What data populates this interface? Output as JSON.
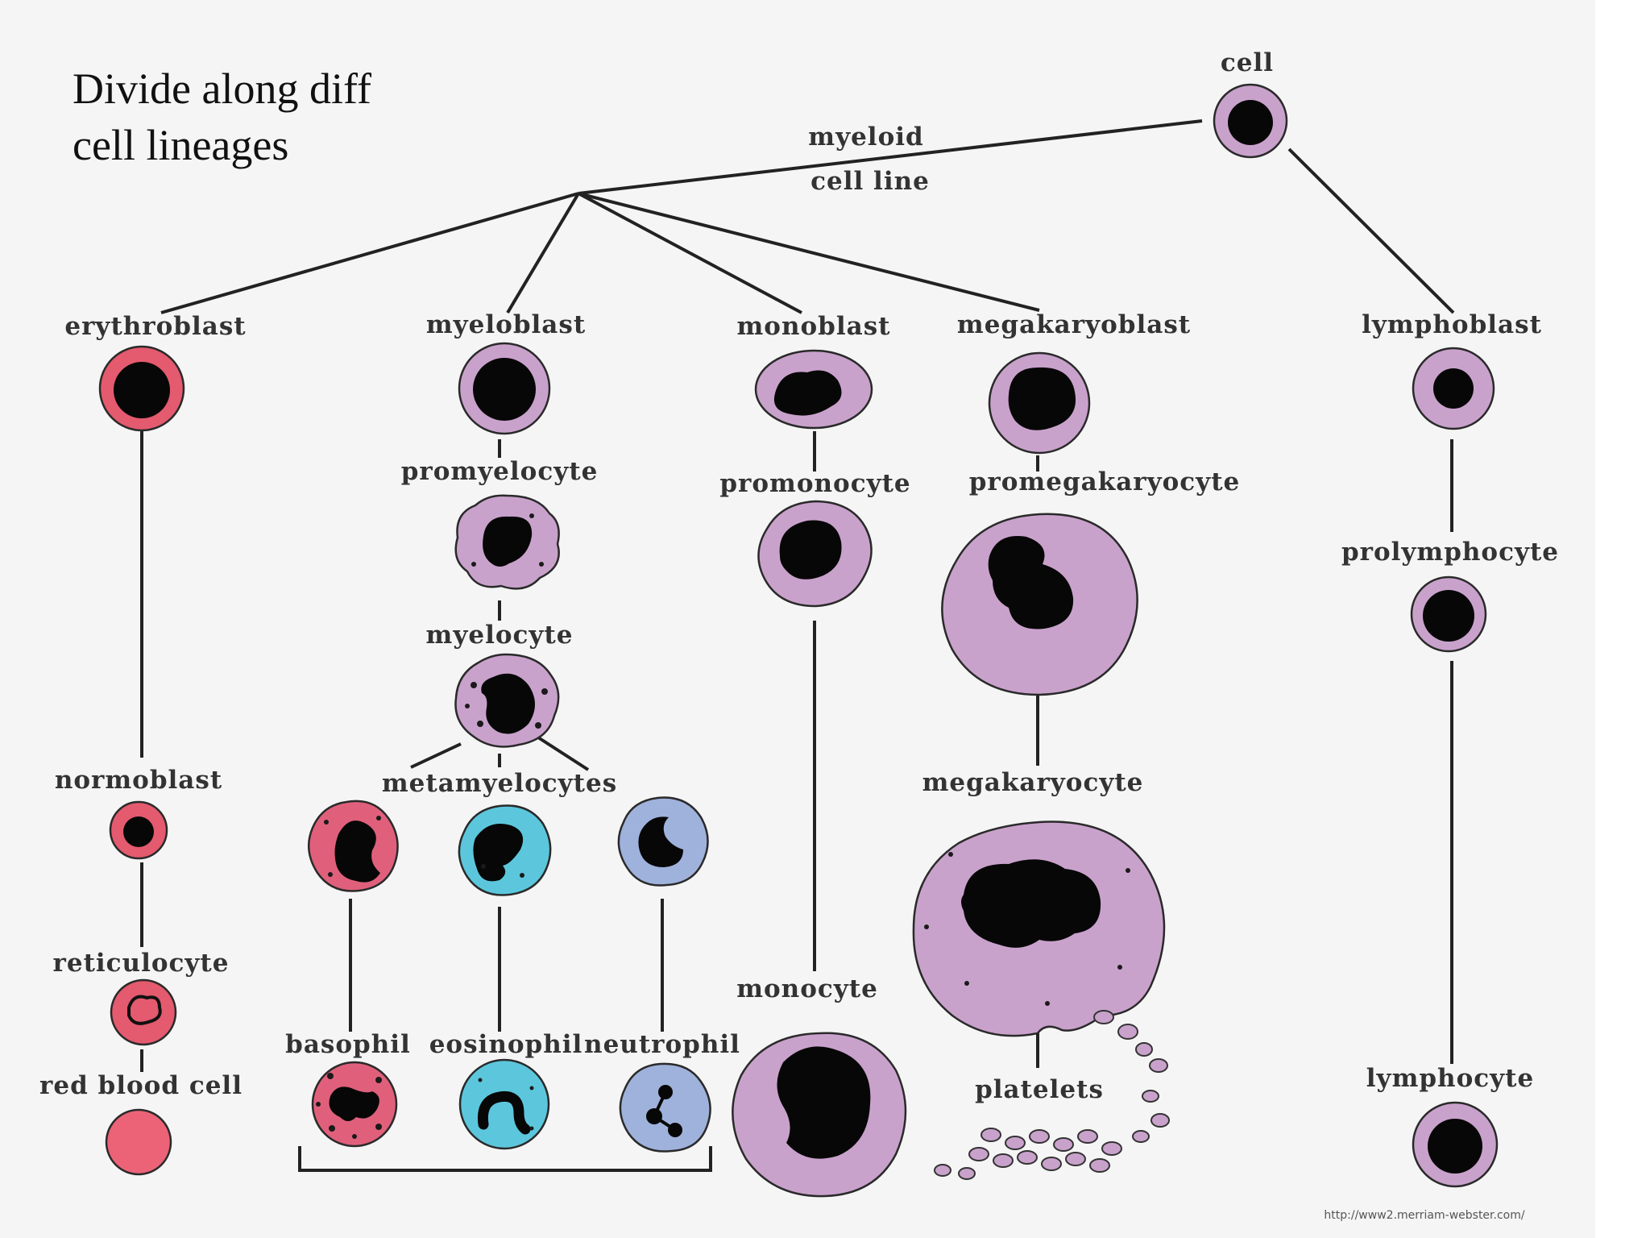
{
  "slide": {
    "title": "Divide  along diff\ncell lineages"
  },
  "colors": {
    "background": "#f6f5f6",
    "stem": "#c9a2cc",
    "erythroid": "#e45a6e",
    "myeloid_purple": "#c9a2cc",
    "eosinophil": "#5cc7dc",
    "neutrophil": "#9fb2dc",
    "nucleus": "#070707"
  },
  "diagram": {
    "root": "cell",
    "branch_label_1": "myeloid",
    "branch_label_2": "cell line",
    "lineages": {
      "erythroid": [
        "erythroblast",
        "normoblast",
        "reticulocyte",
        "red blood cell"
      ],
      "granulocyte": {
        "stages": [
          "myeloblast",
          "promyelocyte",
          "myelocyte",
          "metamyelocytes"
        ],
        "mature": [
          "basophil",
          "eosinophil",
          "neutrophil"
        ]
      },
      "monocyte": [
        "monoblast",
        "promonocyte",
        "monocyte"
      ],
      "megakaryocyte": [
        "megakaryoblast",
        "promegakaryocyte",
        "megakaryocyte",
        "platelets"
      ],
      "lymphoid": [
        "lymphoblast",
        "prolymphocyte",
        "lymphocyte"
      ]
    },
    "credit": "http://www2.merriam-webster.com/"
  }
}
